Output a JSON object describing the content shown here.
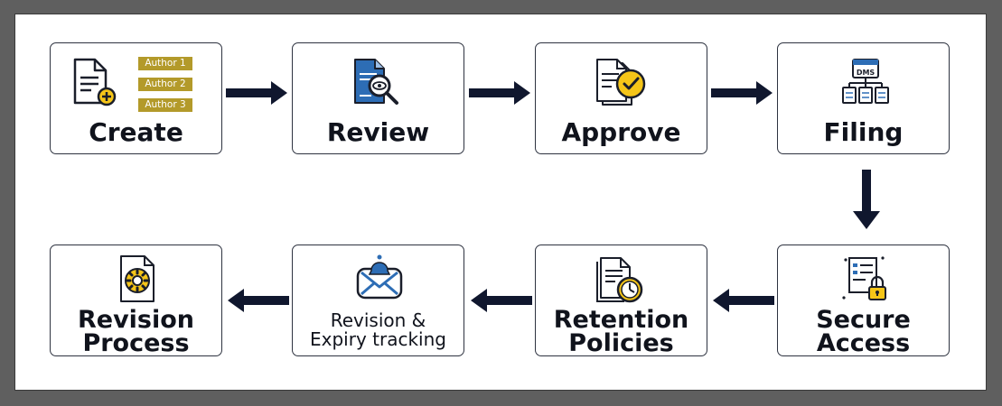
{
  "steps": {
    "create": {
      "label": "Create",
      "authors": [
        "Author 1",
        "Author 2",
        "Author 3"
      ]
    },
    "review": {
      "label": "Review"
    },
    "approve": {
      "label": "Approve"
    },
    "filing": {
      "label": "Filing",
      "icon_text": "DMS"
    },
    "secure_access": {
      "label": "Secure\nAccess"
    },
    "retention_policies": {
      "label": "Retention\nPolicies"
    },
    "revision_expiry": {
      "label": "Revision &\nExpiry tracking"
    },
    "revision_process": {
      "label": "Revision\nProcess"
    }
  },
  "icons": {
    "create": "document-add-icon",
    "review": "document-search-icon",
    "approve": "document-check-icon",
    "filing": "dms-folder-tree-icon",
    "secure_access": "document-lock-icon",
    "retention_policies": "document-clock-icon",
    "revision_expiry": "mail-bell-icon",
    "revision_process": "document-gear-icon"
  },
  "colors": {
    "arrow": "#10172e",
    "accent_yellow": "#f5c518",
    "accent_blue": "#2d6db5",
    "author_tag": "#b39a2a"
  }
}
